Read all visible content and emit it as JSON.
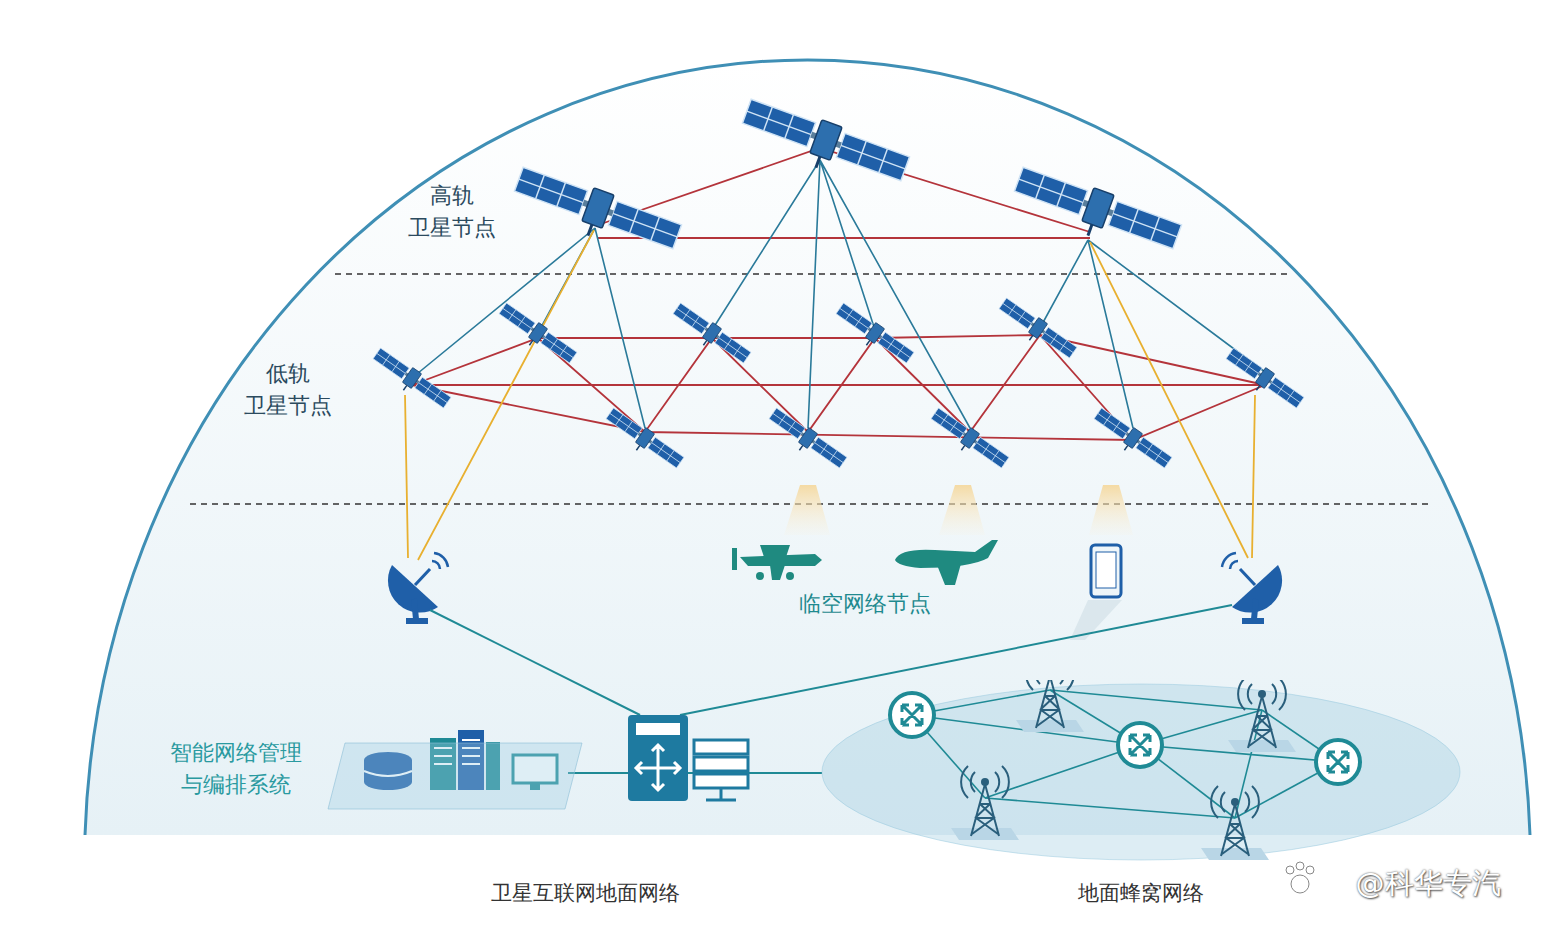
{
  "diagram": {
    "nodes": [
      {
        "text": [
          "智能网络管理 与编排系统"
        ]
      },
      {
        "text": [
          "地面蜂窝网络"
        ]
      }
    ],
    "edges": [
      {
        "from": 0,
        "to": 1,
        "arrow": "none"
      }
    ],
    "labels": [
      "高轨 卫星节点",
      "低轨 卫星节点",
      "临空网络节点",
      "卫星互联网地面网络",
      "@科华专汽"
    ]
  }
}
